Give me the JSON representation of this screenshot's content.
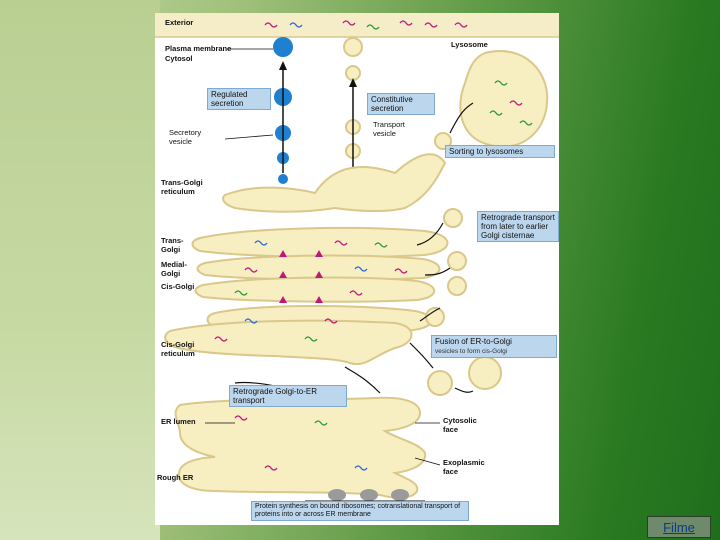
{
  "figure": {
    "labels": {
      "exterior": "Exterior",
      "plasma_membrane": "Plasma membrane",
      "cytosol": "Cytosol",
      "lysosome": "Lysosome",
      "regulated_secretion": "Regulated secretion",
      "constitutive_secretion": "Constitutive secretion",
      "transport_vesicle": "Transport vesicle",
      "secretory_vesicle": "Secretory vesicle",
      "sorting_to_lysosomes": "Sorting to lysosomes",
      "trans_golgi_reticulum": "Trans-Golgi reticulum",
      "retrograde_transport": "Retrograde transport from later to earlier Golgi cisternae",
      "trans_golgi": "Trans-Golgi",
      "medial_golgi": "Medial-Golgi",
      "cis_golgi": "Cis-Golgi",
      "fusion_er_to_golgi": "Fusion of ER-to-Golgi",
      "fusion_er_to_golgi_sub": "vesicles to form cis-Golgi",
      "cis_golgi_reticulum": "Cis-Golgi reticulum",
      "retrograde_golgi_to_er": "Retrograde Golgi-to-ER transport",
      "er_lumen": "ER lumen",
      "cytosolic_face": "Cytosolic face",
      "exoplasmic_face": "Exoplasmic face",
      "rough_er": "Rough ER",
      "protein_synthesis": "Protein synthesis on bound ribosomes; cotranslational transport of proteins into or across ER membrane"
    }
  },
  "film_link": "Filme",
  "colors": {
    "cisterna_fill": "#f7eec2",
    "cisterna_stroke": "#d9c88a",
    "secretory_blue": "#1f7fd0",
    "label_box": "#bcd6ee",
    "protein_magenta": "#c0187a",
    "protein_green": "#2a9a3a",
    "protein_blue": "#2a6ad8"
  }
}
